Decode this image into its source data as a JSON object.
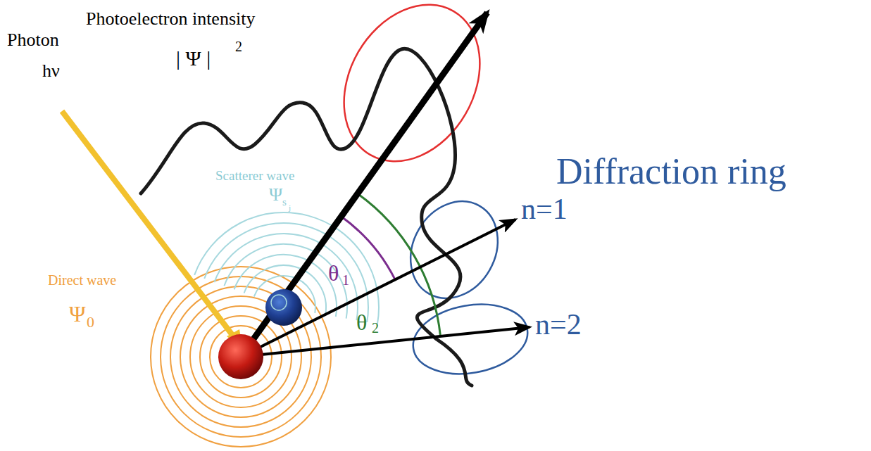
{
  "diagram": {
    "labels": [
      "Photoelectron intensity",
      "| Ψ |",
      "2",
      "Photon",
      "hν",
      "Scatterer wave",
      "Ψ",
      "s",
      "j",
      "Direct wave",
      "Ψ",
      "0",
      "Diffraction ring",
      "n=1",
      "n=2",
      "θ",
      "1",
      "θ",
      "2"
    ]
  }
}
